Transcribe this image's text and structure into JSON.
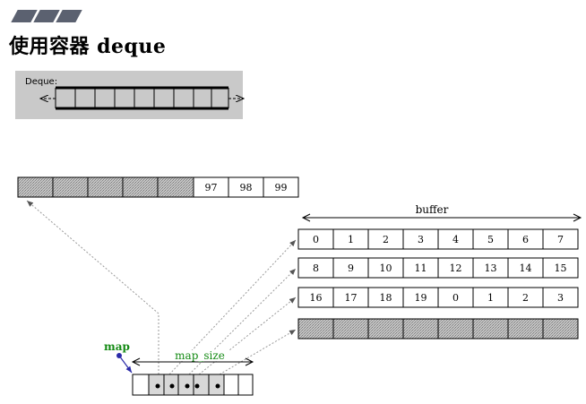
{
  "header": {
    "title": "使用容器 deque"
  },
  "deque_panel": {
    "label": "Deque:"
  },
  "top_buffer": {
    "cells": [
      "97",
      "98",
      "99"
    ]
  },
  "buffer": {
    "label": "buffer",
    "rows": [
      [
        "0",
        "1",
        "2",
        "3",
        "4",
        "5",
        "6",
        "7"
      ],
      [
        "8",
        "9",
        "10",
        "11",
        "12",
        "13",
        "14",
        "15"
      ],
      [
        "16",
        "17",
        "18",
        "19",
        "0",
        "1",
        "2",
        "3"
      ]
    ]
  },
  "map": {
    "label": "map",
    "size_label": "map_size"
  },
  "colors": {
    "green": "#138a13",
    "map_pointer": "#2a2aa8",
    "panel_bg": "#c9c9c9",
    "hatched": "#bdbdbd"
  }
}
